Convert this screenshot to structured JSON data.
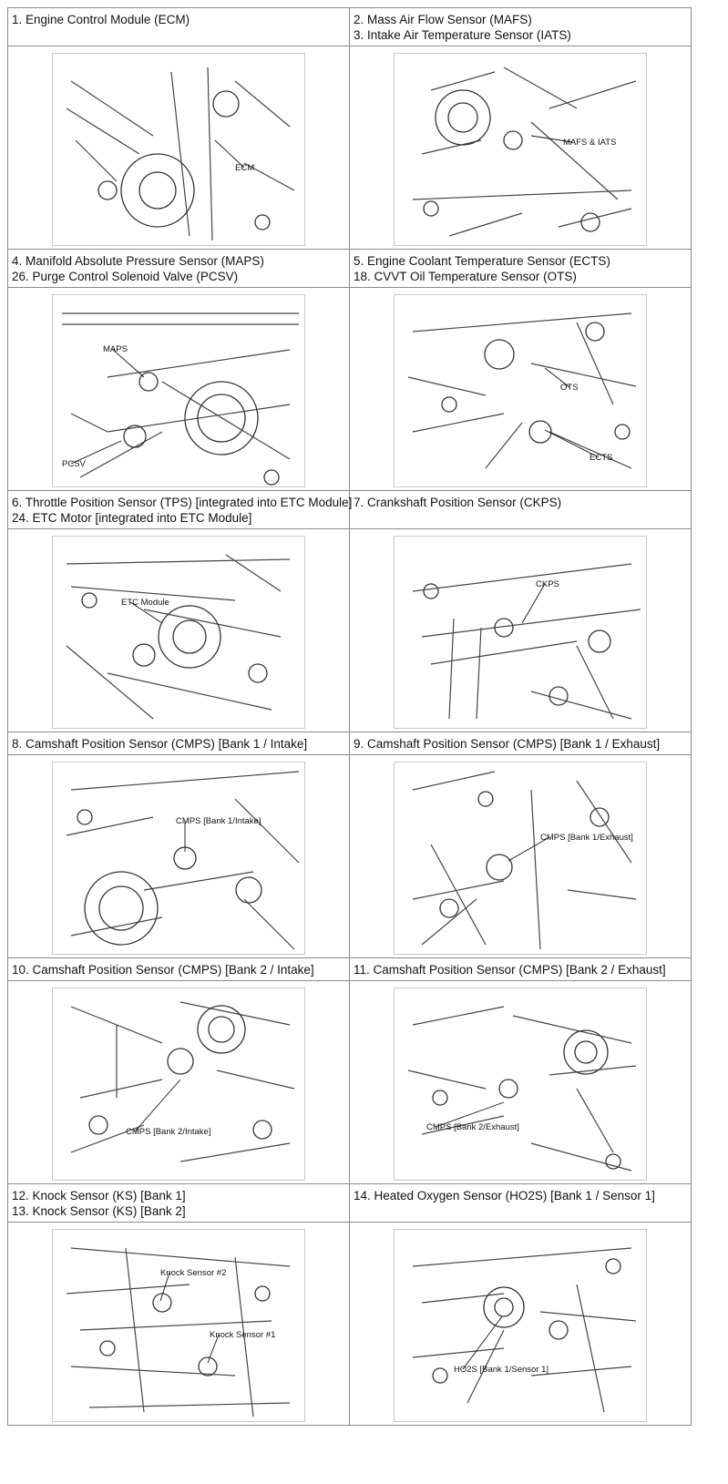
{
  "rows": [
    {
      "left": {
        "lines": [
          "1. Engine Control Module (ECM)"
        ],
        "callouts": [
          "ECM"
        ]
      },
      "right": {
        "lines": [
          "2. Mass Air Flow Sensor (MAFS)",
          "3. Intake Air Temperature Sensor (IATS)"
        ],
        "callouts": [
          "MAFS & IATS"
        ]
      }
    },
    {
      "left": {
        "lines": [
          "4. Manifold Absolute Pressure Sensor (MAPS)",
          "26. Purge Control Solenoid Valve (PCSV)"
        ],
        "callouts": [
          "MAPS",
          "PCSV"
        ]
      },
      "right": {
        "lines": [
          "5. Engine Coolant Temperature Sensor (ECTS)",
          "18. CVVT Oil Temperature Sensor (OTS)"
        ],
        "callouts": [
          "OTS",
          "ECTS"
        ]
      }
    },
    {
      "left": {
        "lines": [
          "6. Throttle Position Sensor (TPS) [integrated into ETC Module]",
          "24. ETC Motor [integrated into ETC Module]"
        ],
        "callouts": [
          "ETC Module"
        ]
      },
      "right": {
        "lines": [
          "7. Crankshaft Position Sensor (CKPS)"
        ],
        "callouts": [
          "CKPS"
        ]
      }
    },
    {
      "left": {
        "lines": [
          "8. Camshaft Position Sensor (CMPS) [Bank 1 / Intake]"
        ],
        "callouts": [
          "CMPS [Bank 1/Intake]"
        ]
      },
      "right": {
        "lines": [
          "9. Camshaft Position Sensor (CMPS) [Bank 1 / Exhaust]"
        ],
        "callouts": [
          "CMPS [Bank 1/Exhaust]"
        ]
      }
    },
    {
      "left": {
        "lines": [
          "10. Camshaft Position Sensor (CMPS) [Bank 2 / Intake]"
        ],
        "callouts": [
          "CMPS [Bank 2/Intake]"
        ]
      },
      "right": {
        "lines": [
          "11. Camshaft Position Sensor (CMPS) [Bank 2 / Exhaust]"
        ],
        "callouts": [
          "CMPS [Bank 2/Exhaust]"
        ]
      }
    },
    {
      "left": {
        "lines": [
          "12. Knock Sensor (KS) [Bank 1]",
          "13. Knock Sensor (KS) [Bank 2]"
        ],
        "callouts": [
          "Knock Sensor #2",
          "Knock Sensor #1"
        ]
      },
      "right": {
        "lines": [
          "14. Heated Oxygen Sensor (HO2S) [Bank 1 / Sensor 1]"
        ],
        "callouts": [
          "HO2S [Bank 1/Sensor 1]"
        ]
      }
    }
  ]
}
